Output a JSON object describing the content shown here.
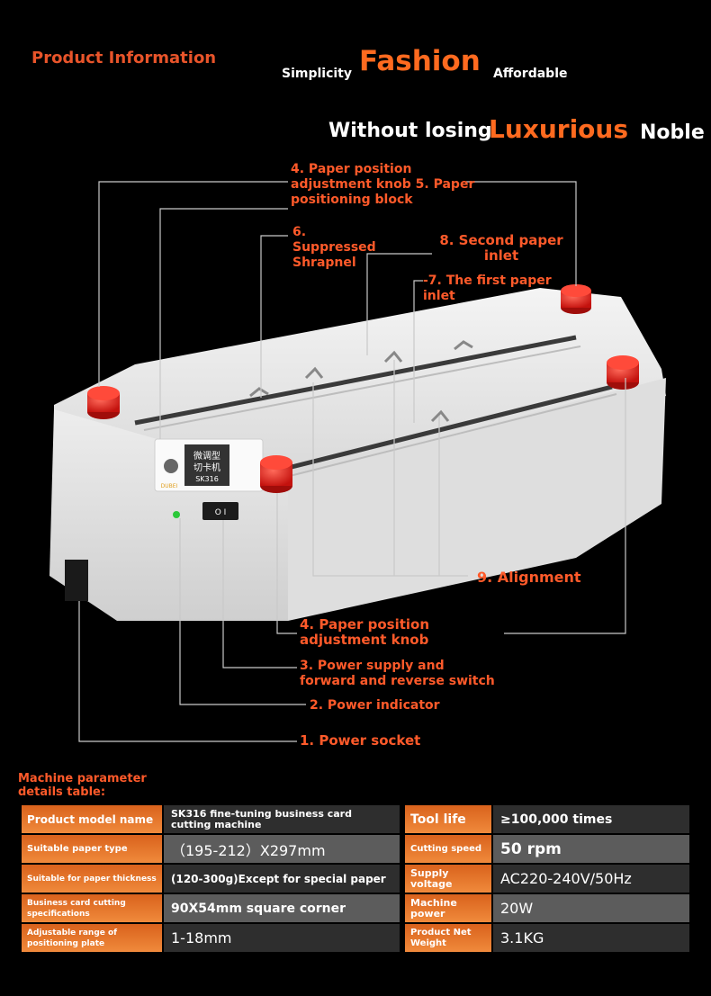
{
  "header": {
    "product_info": "Product Information",
    "word_simplicity": "Simplicity",
    "word_fashion": "Fashion",
    "word_affordable": "Affordable",
    "word_without_losing": "Without losing",
    "word_luxurious": "Luxurious",
    "word_noble": "Noble"
  },
  "callouts": {
    "c4_top": "4. Paper position adjustment knob 5. Paper positioning block",
    "c6": "6. Suppressed Shrapnel",
    "c8": "8. Second paper inlet",
    "c7": "-7. The first paper inlet",
    "c9": "9. Alignment",
    "c4_bottom": "4. Paper position adjustment knob",
    "c3": "3. Power supply and forward and reverse switch",
    "c2": "2. Power indicator",
    "c1": "1. Power socket"
  },
  "machine": {
    "badge_line1": "微调型",
    "badge_line2": "切卡机",
    "badge_model": "SK316",
    "brand": "DUBEI",
    "switch_text": "O I"
  },
  "table": {
    "title": "Machine parameter details table:",
    "left_rows": [
      {
        "key": "Product model name",
        "value": "SK316 fine-tuning business card cutting machine"
      },
      {
        "key": "Suitable paper type",
        "value": "（195-212）X297mm"
      },
      {
        "key": "Suitable for paper thickness",
        "value": "(120-300g)Except for special paper"
      },
      {
        "key": "Business card cutting specifications",
        "value": "90X54mm square corner"
      },
      {
        "key": "Adjustable range of positioning plate",
        "value": "1-18mm"
      }
    ],
    "right_rows": [
      {
        "key": "Tool life",
        "value": "≥100,000 times"
      },
      {
        "key": "Cutting speed",
        "value": "50 rpm"
      },
      {
        "key": "Supply voltage",
        "value": "AC220-240V/50Hz"
      },
      {
        "key": "Machine power",
        "value": "20W"
      },
      {
        "key": "Product Net Weight",
        "value": "3.1KG"
      }
    ]
  },
  "colors": {
    "accent": "#ff5a2a",
    "knob": "#e0201a",
    "body": "#ececec"
  }
}
